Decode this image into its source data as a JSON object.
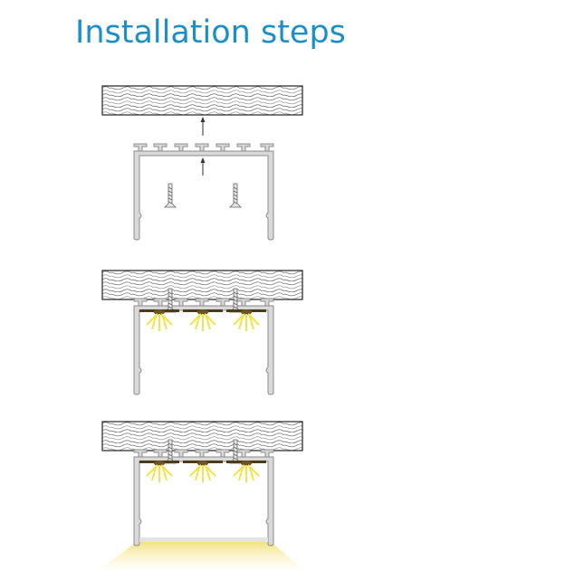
{
  "title": "Installation steps",
  "colors": {
    "title": "#1a8fc9",
    "light": "#f5e24a",
    "profile": "#d9d9d9",
    "profile_edge": "#8c8c8c"
  },
  "steps": [
    {
      "name": "mount-profile-with-screws"
    },
    {
      "name": "insert-led-strip"
    },
    {
      "name": "attach-diffuser"
    }
  ]
}
